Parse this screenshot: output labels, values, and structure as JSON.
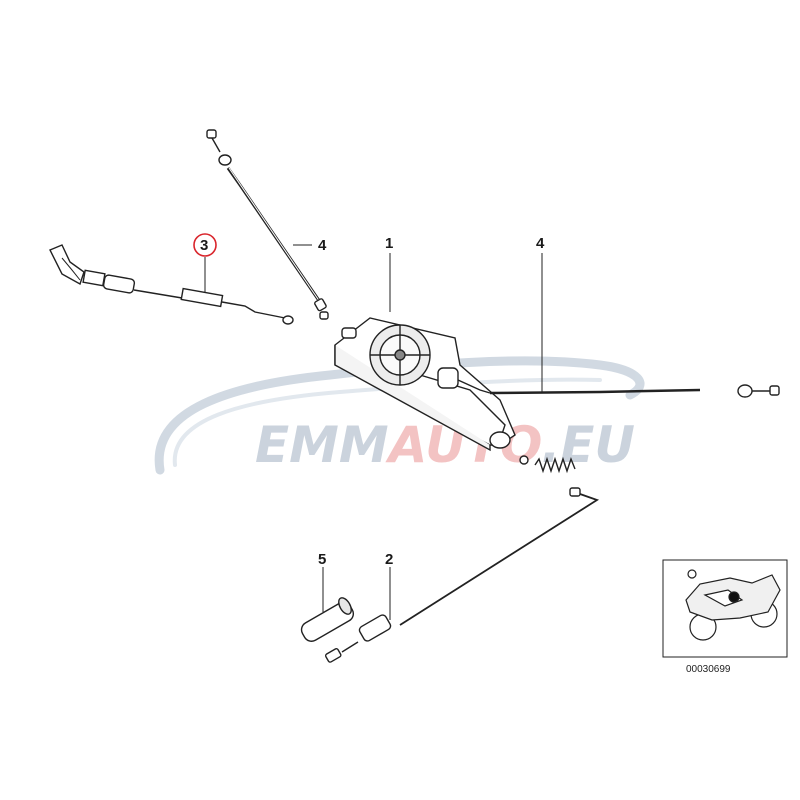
{
  "watermark": {
    "text_part1": "EMM",
    "text_part2": "AUTO",
    "text_part3": ".EU",
    "color_grey": "#c2ccd8",
    "color_accent": "#f2b9b9"
  },
  "callouts": {
    "c1": "1",
    "c2": "2",
    "c3": "3",
    "c4a": "4",
    "c4b": "4",
    "c5": "5"
  },
  "highlight_color": "#d9242b",
  "reference": {
    "code": "00030699",
    "icon": "motorcycle-icon"
  }
}
